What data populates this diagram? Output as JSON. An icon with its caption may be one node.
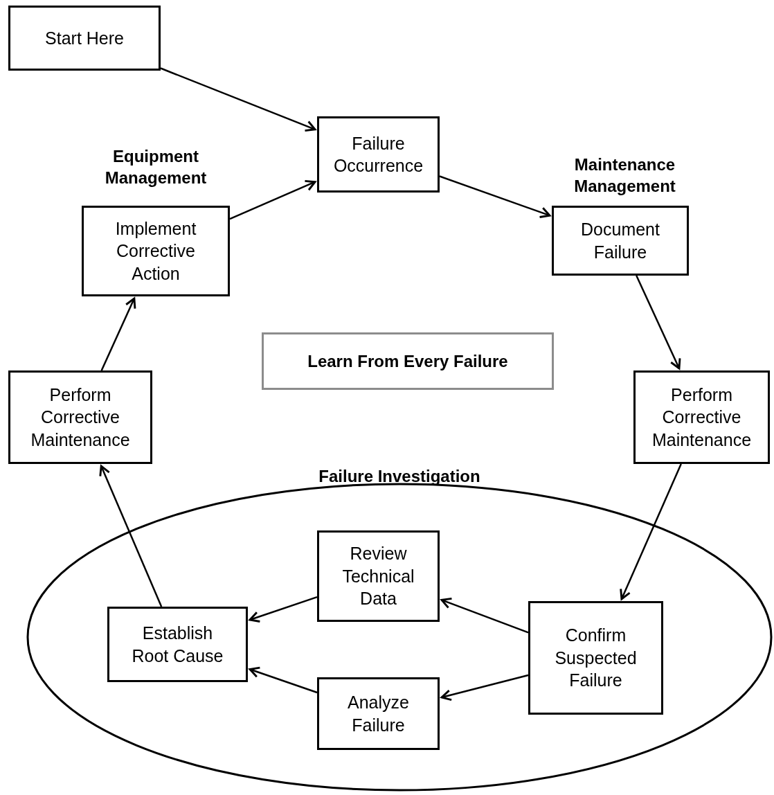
{
  "diagram": {
    "nodes": [
      {
        "text": [
          "Start Here"
        ]
      },
      {
        "text": [
          "Failure Occurrence"
        ]
      },
      {
        "text": [
          "Equipment Management",
          "Implement Corrective Action"
        ]
      },
      {
        "text": [
          "Maintenance Management",
          "Document Failure"
        ]
      },
      {
        "text": [
          "Learn From Every Failure"
        ]
      },
      {
        "text": [
          "Perform Corrective Maintenance"
        ]
      },
      {
        "text": [
          "Perform Corrective Maintenance"
        ]
      },
      {
        "text": [
          "Failure Investigation"
        ]
      },
      {
        "text": [
          "Review Technical Data"
        ],
        "in": 7
      },
      {
        "text": [
          "Establish Root Cause"
        ],
        "in": 7
      },
      {
        "text": [
          "Confirm Suspected Failure"
        ],
        "in": 7
      },
      {
        "text": [
          "Analyze Failure"
        ],
        "in": 7
      }
    ],
    "edges": [
      {
        "from": 0,
        "to": 1,
        "arrow": "to"
      },
      {
        "from": 2,
        "to": 1,
        "arrow": "to"
      },
      {
        "from": 1,
        "to": 3,
        "arrow": "to"
      },
      {
        "from": 3,
        "to": 6,
        "arrow": "to"
      },
      {
        "from": 6,
        "to": 10,
        "arrow": "to"
      },
      {
        "from": 10,
        "to": 8,
        "arrow": "to"
      },
      {
        "from": 10,
        "to": 11,
        "arrow": "to"
      },
      {
        "from": 8,
        "to": 9,
        "arrow": "to"
      },
      {
        "from": 11,
        "to": 9,
        "arrow": "to"
      },
      {
        "from": 9,
        "to": 5,
        "arrow": "to"
      },
      {
        "from": 5,
        "to": 2,
        "arrow": "to"
      }
    ]
  }
}
